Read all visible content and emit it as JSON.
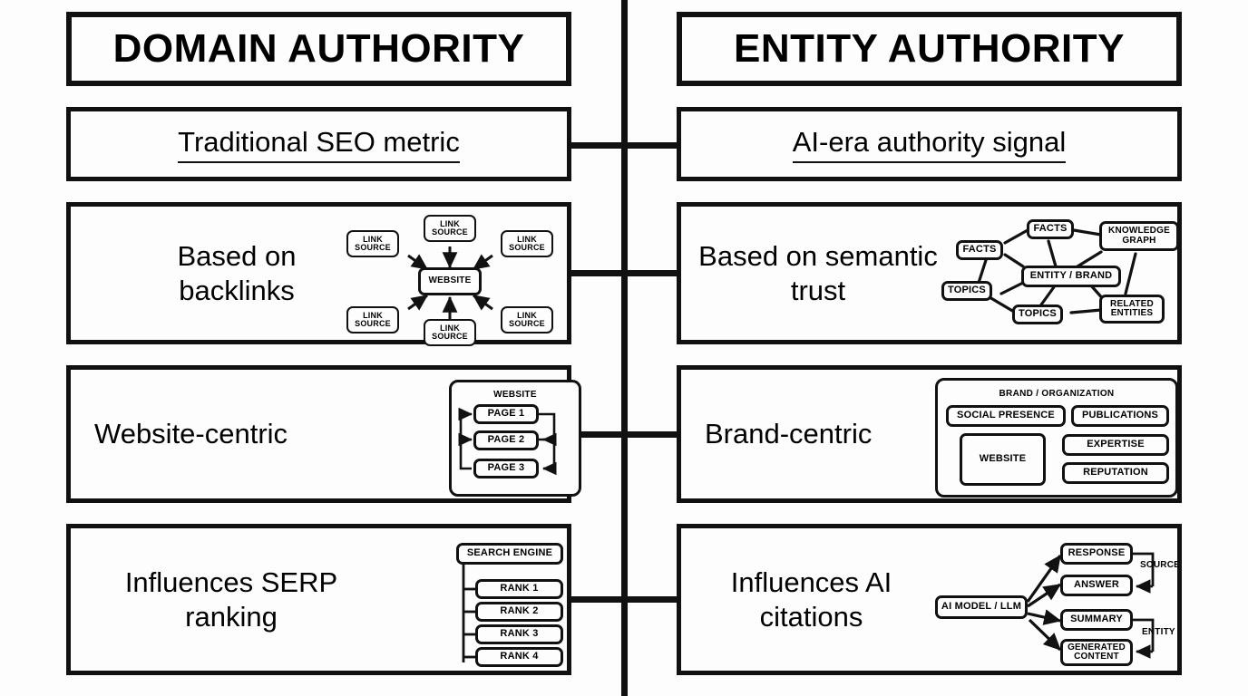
{
  "diagram": {
    "title_left": "DOMAIN AUTHORITY",
    "title_right": "ENTITY AUTHORITY",
    "colors": {
      "ink": "#111111",
      "background": "#fdfdfd"
    },
    "rows": [
      {
        "left_label": "Traditional SEO metric",
        "right_label": "AI-era authority signal",
        "style": "underlined-centered"
      },
      {
        "left_label": "Based on backlinks",
        "right_label": "Based on semantic trust",
        "style": "with-mini-diagram"
      },
      {
        "left_label": "Website-centric",
        "right_label": "Brand-centric",
        "style": "with-mini-diagram"
      },
      {
        "left_label": "Influences SERP ranking",
        "right_label": "Influences AI citations",
        "style": "with-mini-diagram"
      }
    ]
  },
  "mini_backlinks": {
    "center": "WEBSITE",
    "sources": [
      "LINK SOURCE",
      "LINK SOURCE",
      "LINK SOURCE",
      "LINK SOURCE",
      "LINK SOURCE",
      "LINK SOURCE"
    ],
    "source_label": "LINK SOURCE"
  },
  "mini_semantic": {
    "center": "ENTITY / BRAND",
    "nodes": [
      "FACTS",
      "FACTS",
      "KNOWLEDGE GRAPH",
      "TOPICS",
      "TOPICS",
      "RELATED ENTITIES"
    ],
    "facts_1": "FACTS",
    "facts_2": "FACTS",
    "knowledge_graph": "KNOWLEDGE GRAPH",
    "knowledge_graph_line1": "KNOWLEDGE",
    "knowledge_graph_line2": "GRAPH",
    "topics_1": "TOPICS",
    "topics_2": "TOPICS",
    "related_line1": "RELATED",
    "related_line2": "ENTITIES"
  },
  "mini_website": {
    "container": "WEBSITE",
    "pages": [
      "PAGE 1",
      "PAGE 2",
      "PAGE 3"
    ]
  },
  "mini_brand": {
    "container": "BRAND / ORGANIZATION",
    "website": "WEBSITE",
    "items": [
      "SOCIAL PRESENCE",
      "PUBLICATIONS",
      "EXPERTISE",
      "REPUTATION"
    ],
    "social_presence": "SOCIAL PRESENCE",
    "publications": "PUBLICATIONS",
    "expertise": "EXPERTISE",
    "reputation": "REPUTATION"
  },
  "mini_serp": {
    "engine": "SEARCH ENGINE",
    "ranks": [
      "RANK 1",
      "RANK 2",
      "RANK 3",
      "RANK 4"
    ]
  },
  "mini_ai": {
    "model": "AI MODEL / LLM",
    "outputs": [
      "RESPONSE",
      "ANSWER",
      "SUMMARY",
      "GENERATED CONTENT"
    ],
    "response": "RESPONSE",
    "answer": "ANSWER",
    "summary": "SUMMARY",
    "generated_line1": "GENERATED",
    "generated_line2": "CONTENT",
    "loop_label_top": "SOURCE",
    "loop_label_bottom": "ENTITY"
  }
}
